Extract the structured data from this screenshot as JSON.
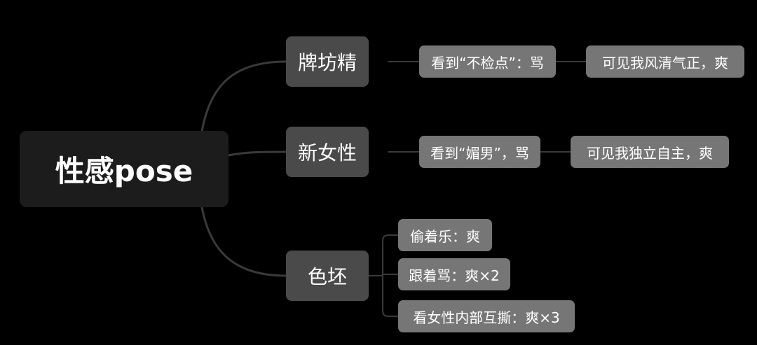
{
  "mindmap": {
    "root": {
      "label": "性感pose"
    },
    "branches": [
      {
        "label": "牌坊精",
        "children": [
          "看到“不检点”：骂",
          "可见我风清气正，爽"
        ]
      },
      {
        "label": "新女性",
        "children": [
          "看到“媚男”，骂",
          "可见我独立自主，爽"
        ]
      },
      {
        "label": "色坯",
        "children": [
          "偷着乐：爽",
          "跟着骂：爽×2",
          "看女性内部互撕：爽×3"
        ]
      }
    ]
  },
  "colors": {
    "background": "#000000",
    "root_fill": "#1c1c1c",
    "branch_fill": "#4a4a4a",
    "leaf_fill": "#767676",
    "connector": "#3a3a3a",
    "text": "#ffffff"
  }
}
